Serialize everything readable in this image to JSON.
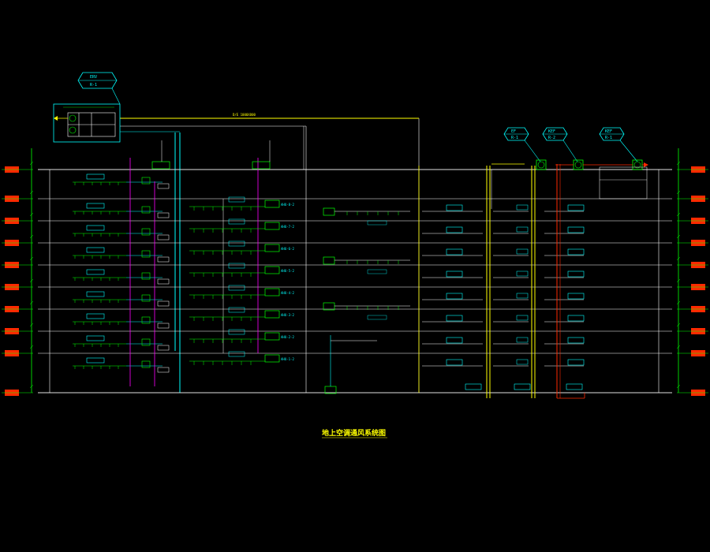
{
  "title": "地上空调通风系统图",
  "tags": {
    "erv": {
      "top": "ERV",
      "bottom": "R-1"
    },
    "ef": {
      "top": "EF",
      "bottom": "R-1"
    },
    "kef1": {
      "top": "KEF",
      "bottom": "R-2"
    },
    "kef2": {
      "top": "KEF",
      "bottom": "R-1"
    }
  },
  "top_duct_label": "D/E 1000X800",
  "ahu_labels": [
    "AHU-8-2",
    "AHU-7-2",
    "AHU-6-2",
    "AHU-5-2",
    "AHU-4-2",
    "AHU-3-2",
    "AHU-2-2",
    "AHU-1-2"
  ],
  "colors": {
    "line": "#ffffff",
    "duct_cyan": "#00ffff",
    "equip_green": "#00ff00",
    "riser_yellow": "#ffff00",
    "supply_magenta": "#ff00ff",
    "exhaust_red": "#ff2a00",
    "title_yellow": "#ffff00"
  }
}
